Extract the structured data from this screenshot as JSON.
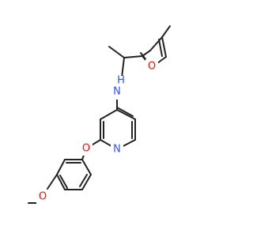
{
  "atoms": {
    "furan_o": {
      "label": "O",
      "color": "#ff0d0d"
    },
    "amine_n": {
      "label": "N",
      "color": "#3050f8"
    },
    "amine_h": {
      "label": "H",
      "color": "#3050f8"
    },
    "pyridine_n": {
      "label": "N",
      "color": "#3050f8"
    },
    "ether_o": {
      "label": "O",
      "color": "#ff0d0d"
    },
    "methoxy_o": {
      "label": "O",
      "color": "#ff0d0d"
    }
  },
  "bond_color": "#222222"
}
